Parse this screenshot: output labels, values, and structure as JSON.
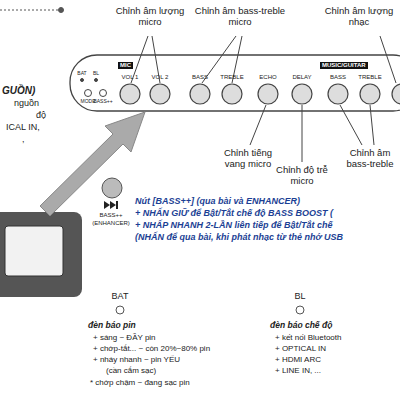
{
  "diagram": {
    "nodes": [
      {
        "text": [
          "MIC"
        ]
      },
      {
        "text": [
          "MUSIC/GUITAR"
        ]
      }
    ],
    "labels": [
      "GUỒN)",
      "nguồn",
      "độ",
      "ICAL IN,",
      ",",
      "Chỉnh âm lượng micro",
      "Chỉnh âm bass-treble micro",
      "Chỉnh âm lượng nhạc",
      "BAT",
      "BL",
      "MODE",
      "BASS++",
      "VOL 1",
      "VOL 2",
      "BASS",
      "TREBLE",
      "ECHO",
      "DELAY",
      "BASS",
      "TREBLE",
      "Chỉnh tiếng vang micro",
      "Chỉnh độ trễ micro",
      "Chỉnh âm bass-treble",
      "BASS++",
      "(ENHANCER)",
      "Nút [BASS++] (qua bài và ENHANCER)",
      "+ NHẤN GIỮ để Bật/Tắt chế độ BASS BOOST (",
      "+ NHẤP NHANH 2-LẦN liên tiếp để Bật/Tắt chế",
      "(NHẤN để qua bài, khi phát nhạc từ thẻ nhớ USB",
      "BAT",
      "đèn báo pin",
      "+ sáng ~ ĐẦY pin",
      "+ chớp-tắt... ~ còn 20%~80% pin",
      "+ nháy nhanh ~ pin YẾU",
      "(cần cắm sạc)",
      "* chớp chậm ~ đang sạc pin",
      "BL",
      "đèn báo chế độ",
      "+ kết nối Bluetooth",
      "+ OPTICAL IN",
      "+ HDMI ARC",
      "+ LINE IN, ..."
    ]
  }
}
